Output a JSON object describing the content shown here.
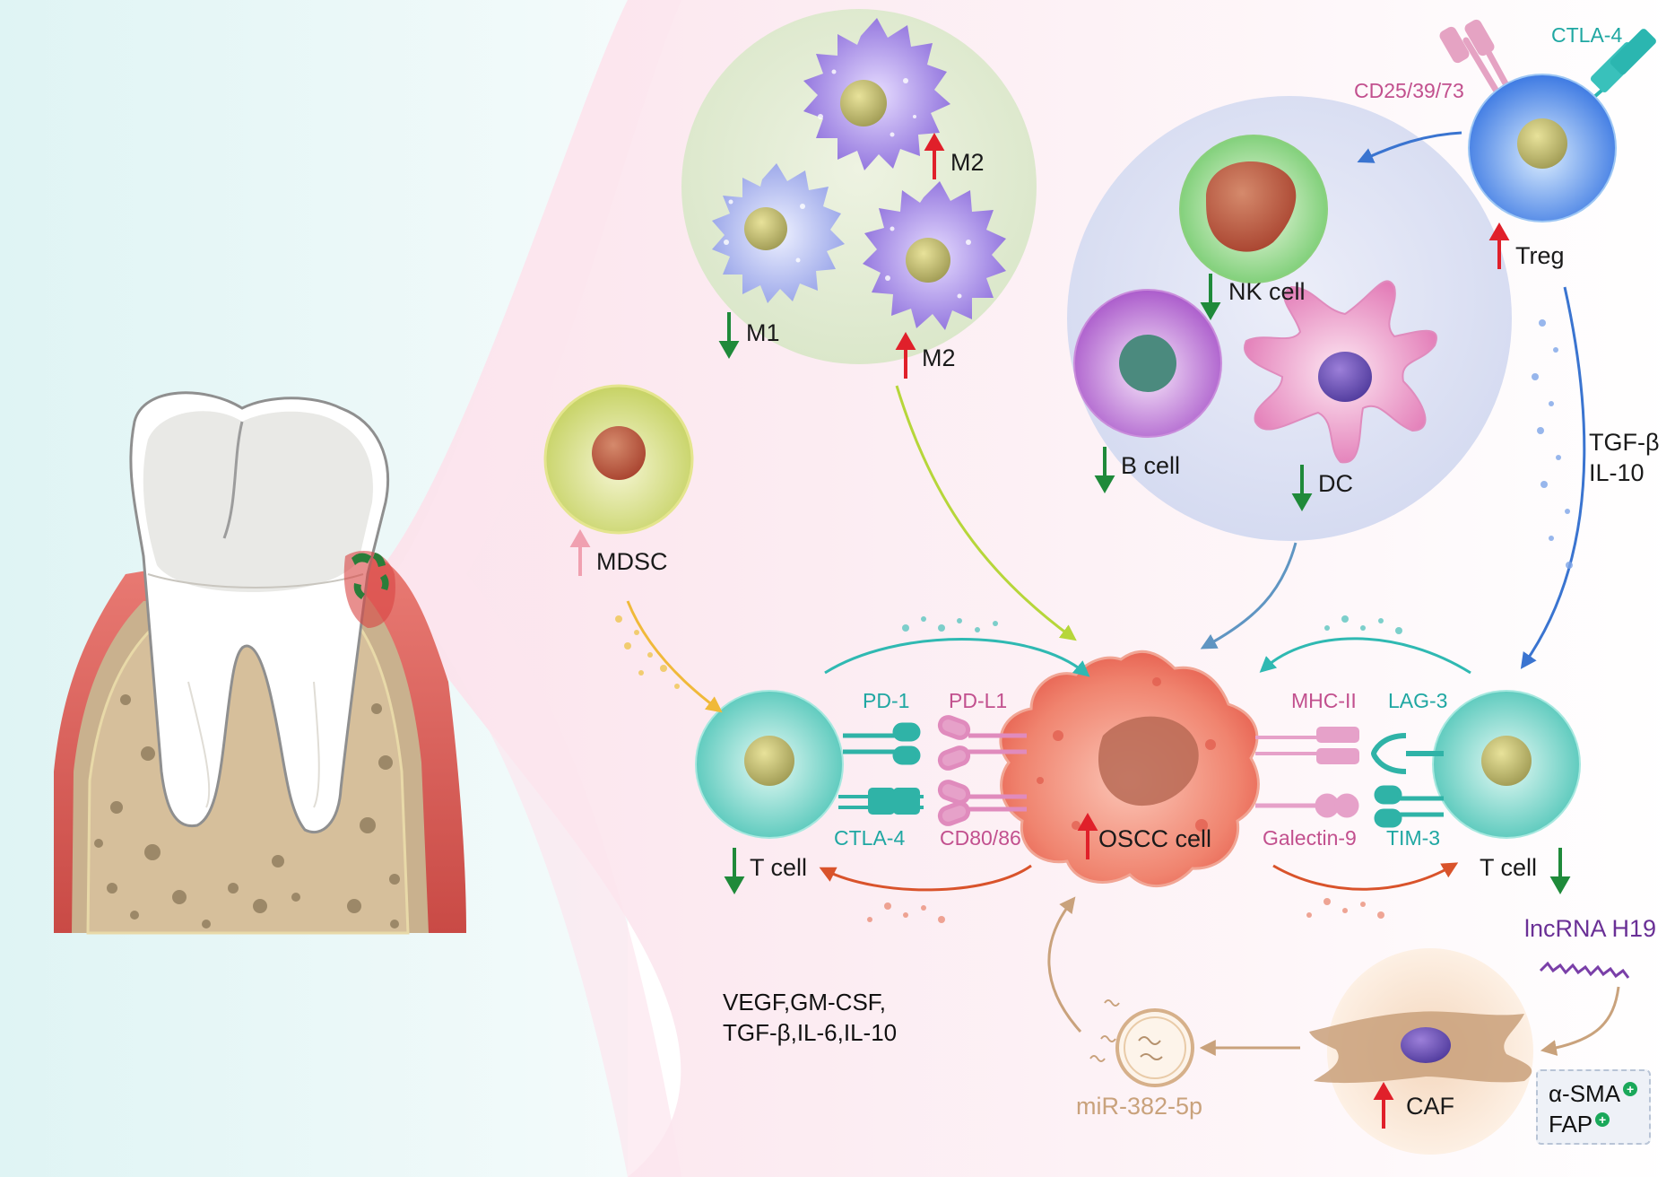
{
  "labels": {
    "m1": "M1",
    "m2_top": "M2",
    "m2_bottom": "M2",
    "nk_cell": "NK cell",
    "b_cell": "B cell",
    "dc": "DC",
    "treg": "Treg",
    "cd25": "CD25/39/73",
    "ctla4_top": "CTLA-4",
    "mdsc": "MDSC",
    "tgf_il10": [
      "TGF-β",
      "IL-10"
    ],
    "pd1": "PD-1",
    "pdl1": "PD-L1",
    "mhc2": "MHC-II",
    "lag3": "LAG-3",
    "ctla4": "CTLA-4",
    "cd80": "CD80/86",
    "galectin9": "Galectin-9",
    "tim3": "TIM-3",
    "tcell_left": "T cell",
    "tcell_right": "T cell",
    "oscc": "OSCC cell",
    "cytokines": [
      "VEGF,GM-CSF,",
      "TGF-β,IL-6,IL-10"
    ],
    "lncrna": "lncRNA H19",
    "caf": "CAF",
    "mirna": "miR-382-5p",
    "alpha_sma": "α-SMA",
    "fap": "FAP"
  },
  "icons": [
    "tooth-icon",
    "macrophage-icon",
    "nk-cell-icon",
    "b-cell-icon",
    "dendritic-cell-icon",
    "treg-cell-icon",
    "mdsc-cell-icon",
    "t-cell-icon",
    "oscc-cell-icon",
    "caf-cell-icon",
    "exosome-icon",
    "up-arrow-icon",
    "down-arrow-icon"
  ],
  "colors": {
    "up_arrow": "#e0202a",
    "down_arrow": "#1f8a3a",
    "up_arrow_light": "#f0a0b0",
    "teal": "#1fa7a2",
    "pink": "#c2508e",
    "orange_red": "#d9532b",
    "tan": "#c9a27c",
    "blue": "#3a74d0"
  }
}
